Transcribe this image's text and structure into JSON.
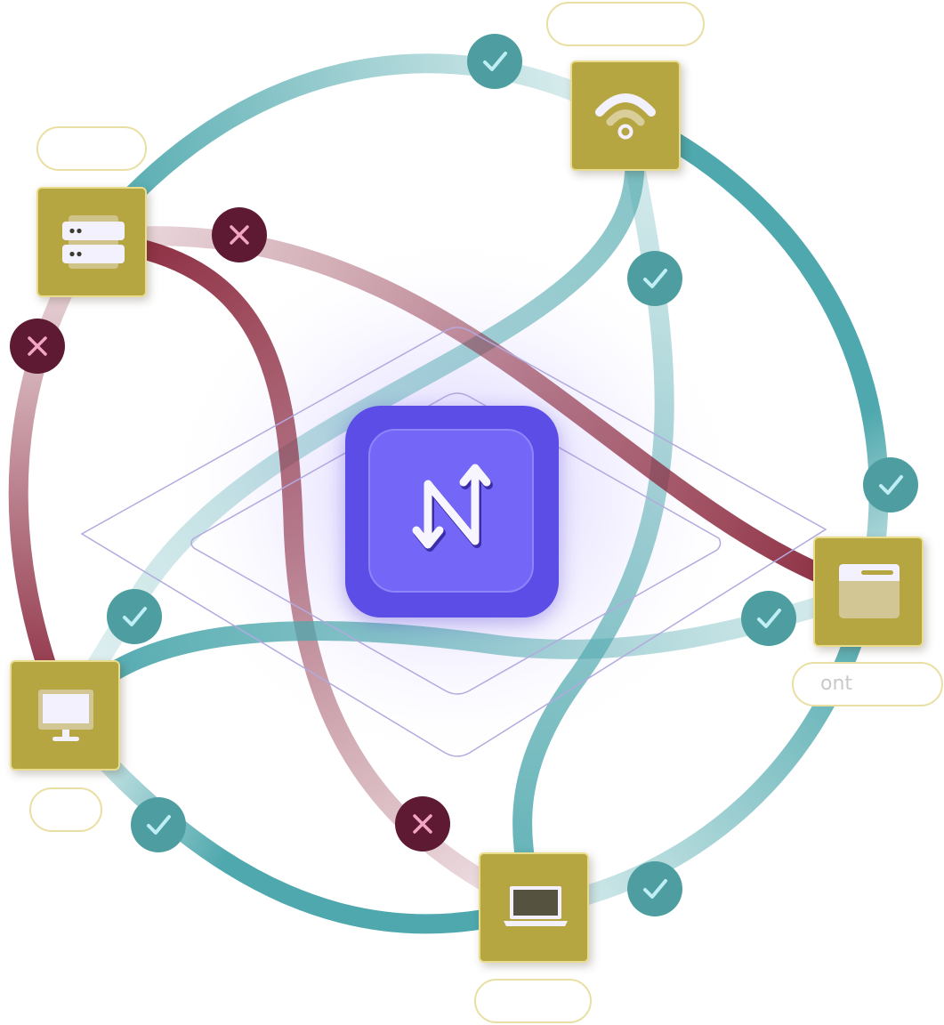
{
  "colors": {
    "tile": "#b5a642",
    "tile_border": "#e9dc8c",
    "link_ok": "#4ea8ad",
    "link_fail": "#8b2a3f",
    "badge_ok": "#4e9ea1",
    "badge_fail": "#5e1a33",
    "hub": "#5c4de7",
    "hub_inner": "#7466f6",
    "pill_border": "#e9dfa3"
  },
  "hub": {
    "icon": "up-down-arrows-icon"
  },
  "nodes": [
    {
      "id": "wifi",
      "icon": "wifi-icon",
      "label": ""
    },
    {
      "id": "server",
      "icon": "server-icon",
      "label": ""
    },
    {
      "id": "browser",
      "icon": "browser-window-icon",
      "label": "ont"
    },
    {
      "id": "desktop",
      "icon": "desktop-monitor-icon",
      "label": ""
    },
    {
      "id": "laptop",
      "icon": "laptop-icon",
      "label": ""
    }
  ],
  "links": [
    {
      "from": "server",
      "to": "wifi",
      "status": "ok"
    },
    {
      "from": "wifi",
      "to": "browser",
      "status": "ok"
    },
    {
      "from": "browser",
      "to": "laptop",
      "status": "ok"
    },
    {
      "from": "laptop",
      "to": "desktop",
      "status": "ok"
    },
    {
      "from": "desktop",
      "to": "server",
      "status": "fail"
    },
    {
      "from": "server",
      "to": "browser",
      "status": "fail"
    },
    {
      "from": "server",
      "to": "laptop",
      "status": "fail"
    },
    {
      "from": "wifi",
      "to": "laptop",
      "status": "ok"
    },
    {
      "from": "wifi",
      "to": "desktop",
      "status": "ok"
    },
    {
      "from": "desktop",
      "to": "browser",
      "status": "ok"
    }
  ]
}
